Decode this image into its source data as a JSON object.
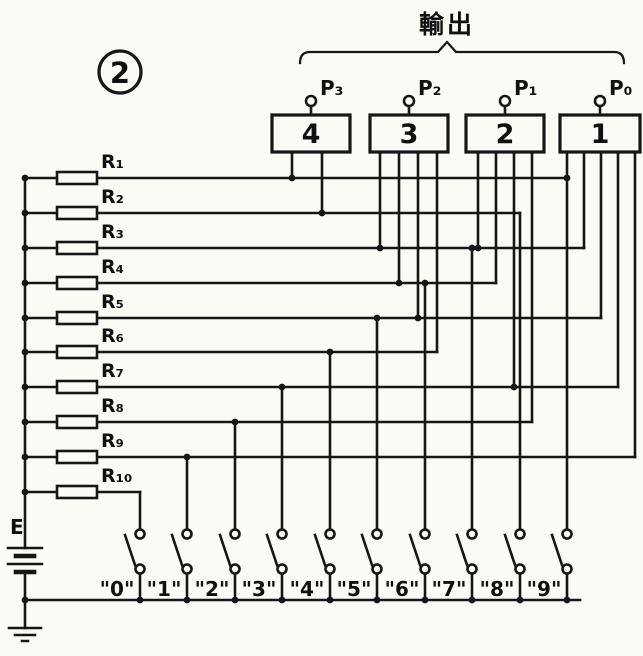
{
  "figure": {
    "number": "2",
    "title": "輸出"
  },
  "terminals": [
    {
      "label": "P₃"
    },
    {
      "label": "P₂"
    },
    {
      "label": "P₁"
    },
    {
      "label": "P₀"
    }
  ],
  "encoders": [
    {
      "digit": "4"
    },
    {
      "digit": "3"
    },
    {
      "digit": "2"
    },
    {
      "digit": "1"
    }
  ],
  "resistors": [
    {
      "label": "R₁"
    },
    {
      "label": "R₂"
    },
    {
      "label": "R₃"
    },
    {
      "label": "R₄"
    },
    {
      "label": "R₅"
    },
    {
      "label": "R₆"
    },
    {
      "label": "R₇"
    },
    {
      "label": "R₈"
    },
    {
      "label": "R₉"
    },
    {
      "label": "R₁₀"
    }
  ],
  "battery": {
    "label": "E"
  },
  "keys": [
    {
      "label": "\"0\""
    },
    {
      "label": "\"1\""
    },
    {
      "label": "\"2\""
    },
    {
      "label": "\"3\""
    },
    {
      "label": "\"4\""
    },
    {
      "label": "\"5\""
    },
    {
      "label": "\"6\""
    },
    {
      "label": "\"7\""
    },
    {
      "label": "\"8\""
    },
    {
      "label": "\"9\""
    }
  ]
}
